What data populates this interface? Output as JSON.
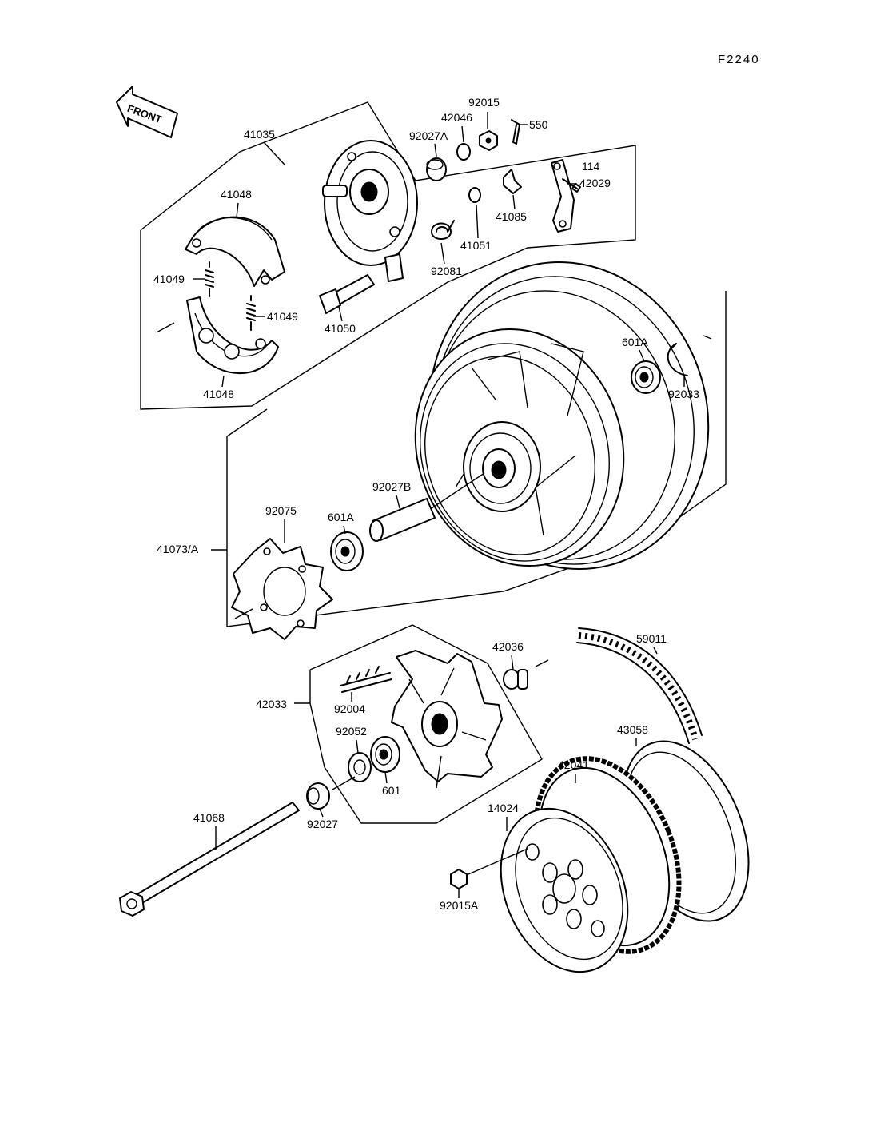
{
  "figure_code": "F2240",
  "front_label": "FRONT",
  "parts": {
    "p41035": "41035",
    "p41048_top": "41048",
    "p41048_bottom": "41048",
    "p41049_left": "41049",
    "p41049_right": "41049",
    "p41050": "41050",
    "p92027A": "92027A",
    "p42046": "42046",
    "p92015": "92015",
    "p550": "550",
    "p114": "114",
    "p41085": "41085",
    "p42029": "42029",
    "p41051": "41051",
    "p92081": "92081",
    "p601A_right": "601A",
    "p92033": "92033",
    "p92027B": "92027B",
    "p92075": "92075",
    "p601A_left": "601A",
    "p41073A": "41073/A",
    "p59011": "59011",
    "p42036": "42036",
    "p42033": "42033",
    "p92004": "92004",
    "p92052": "92052",
    "p601": "601",
    "p41068": "41068",
    "p92027": "92027",
    "p43058": "43058",
    "p42041": "42041",
    "p14024": "14024",
    "p92015A": "92015A"
  }
}
